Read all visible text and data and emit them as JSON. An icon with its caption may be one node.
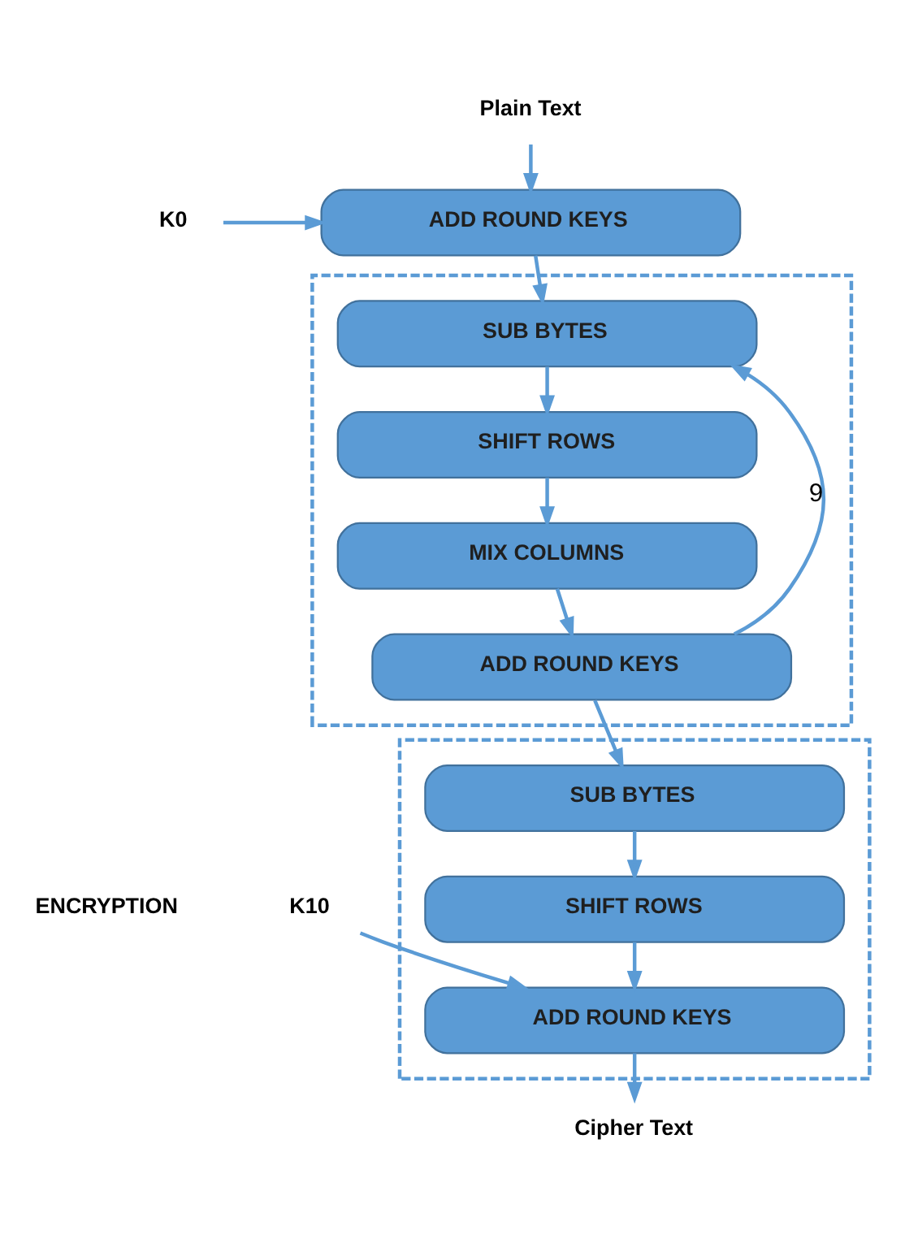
{
  "diagram": {
    "nodes": [
      {
        "text": [
          "Plain Text"
        ]
      },
      {
        "text": [
          "K0"
        ]
      },
      {
        "text": [
          "ADD ROUND KEYS"
        ]
      },
      {
        "text": [],
        "shape": "box"
      },
      {
        "text": [
          "SUB BYTES"
        ],
        "in": 3
      },
      {
        "text": [
          "SHIFT ROWS"
        ],
        "in": 3
      },
      {
        "text": [
          "MIX COLUMNS"
        ],
        "in": 3
      },
      {
        "text": [
          "ADD ROUND KEYS"
        ],
        "in": 3
      },
      {
        "text": [],
        "shape": "box"
      },
      {
        "text": [
          "SUB BYTES"
        ],
        "in": 8
      },
      {
        "text": [
          "SHIFT ROWS"
        ],
        "in": 8
      },
      {
        "text": [
          "K10"
        ]
      },
      {
        "text": [
          "ADD ROUND KEYS"
        ],
        "in": 8
      },
      {
        "text": [
          "Cipher Text"
        ]
      }
    ],
    "edges": [
      {
        "from": 0,
        "to": 2,
        "arrow": "to"
      },
      {
        "from": 1,
        "to": 2,
        "arrow": "to"
      },
      {
        "from": 2,
        "to": 4,
        "arrow": "to"
      },
      {
        "from": 4,
        "to": 5,
        "arrow": "to"
      },
      {
        "from": 5,
        "to": 6,
        "arrow": "to"
      },
      {
        "from": 6,
        "to": 7,
        "arrow": "to"
      },
      {
        "from": 7,
        "to": 4,
        "arrow": "to",
        "label": "9"
      },
      {
        "from": 7,
        "to": 9,
        "arrow": "to"
      },
      {
        "from": 9,
        "to": 10,
        "arrow": "to"
      },
      {
        "from": 10,
        "to": 12,
        "arrow": "to"
      },
      {
        "from": 11,
        "to": 12,
        "arrow": "to"
      },
      {
        "from": 12,
        "to": 13,
        "arrow": "to"
      }
    ],
    "labels": [
      "ENCRYPTION"
    ]
  }
}
